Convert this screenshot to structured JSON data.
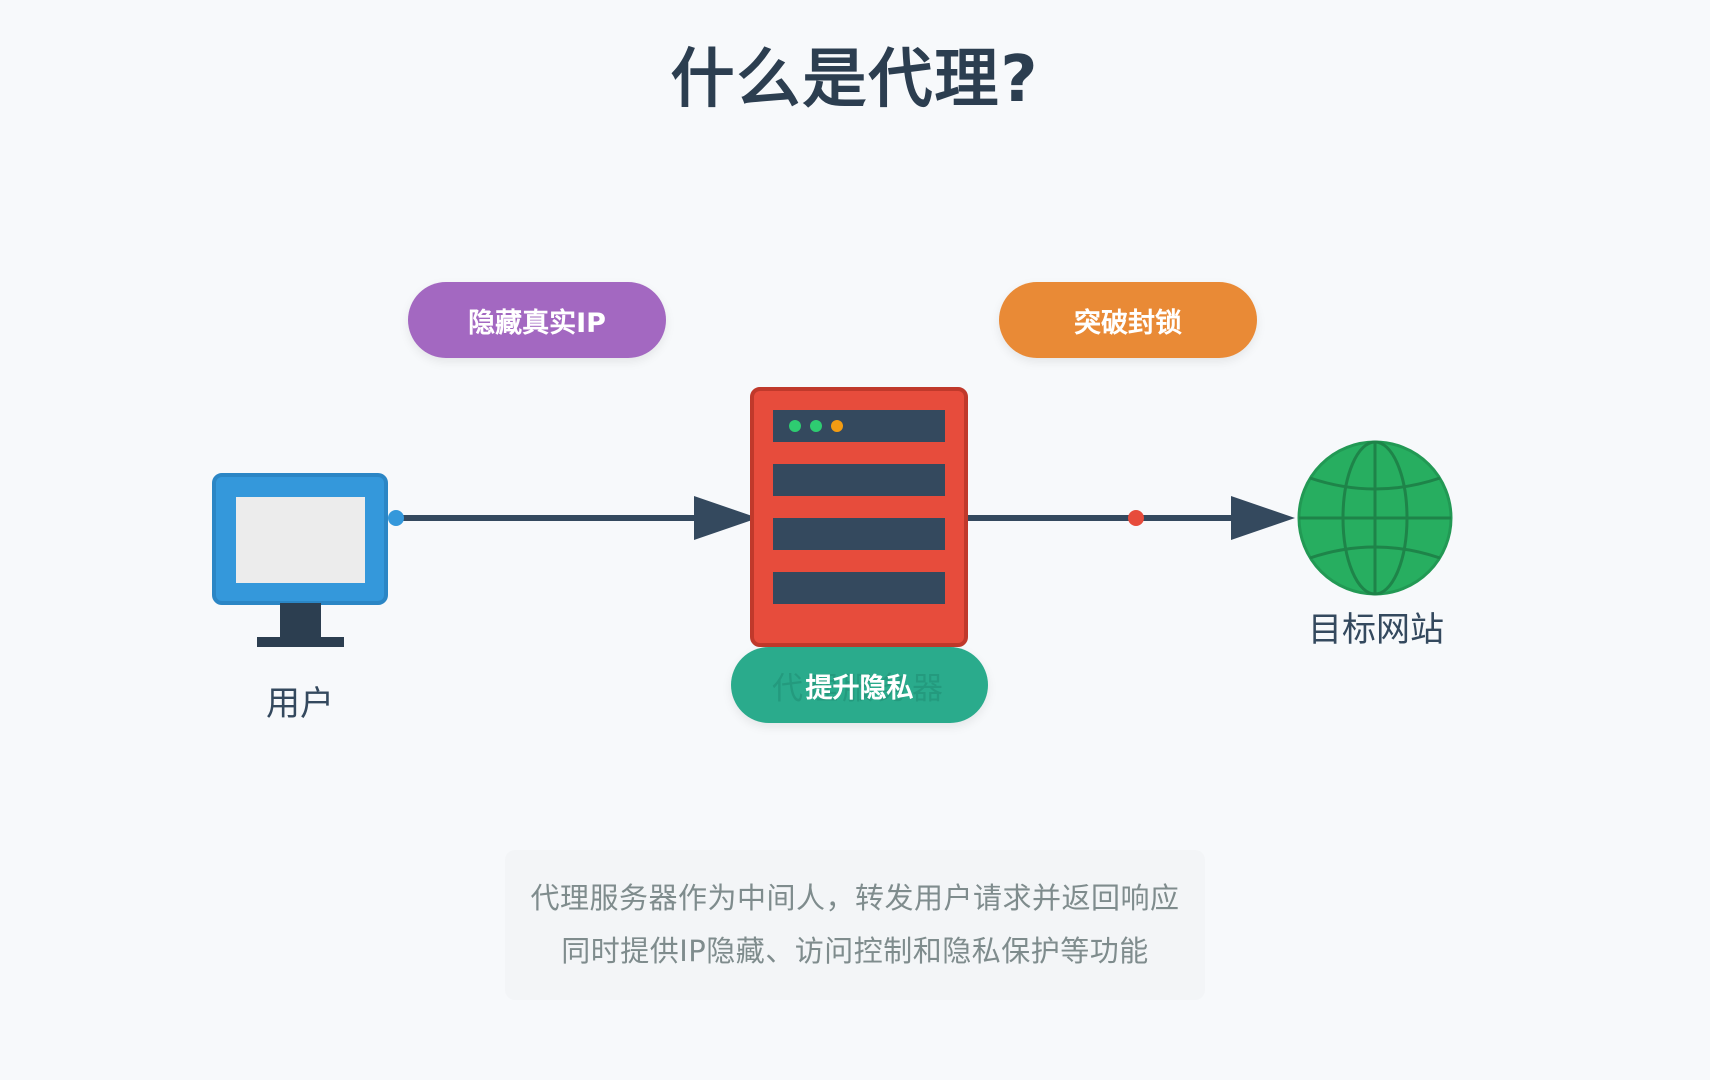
{
  "title": "什么是代理?",
  "benefits": {
    "hide_ip": "隐藏真实IP",
    "bypass_block": "突破封锁",
    "privacy": "提升隐私"
  },
  "nodes": {
    "user": "用户",
    "proxy": "代理服务器",
    "site": "目标网站"
  },
  "description": {
    "line1": "代理服务器作为中间人，转发用户请求并返回响应",
    "line2": "同时提供IP隐藏、访问控制和隐私保护等功能"
  },
  "colors": {
    "title": "#2c3e50",
    "monitor": "#3498db",
    "server": "#e74c3c",
    "globe": "#27ae60",
    "arrow": "#34495e",
    "purple": "#a368c1",
    "orange": "#e98a36",
    "teal": "#2aab8c"
  }
}
